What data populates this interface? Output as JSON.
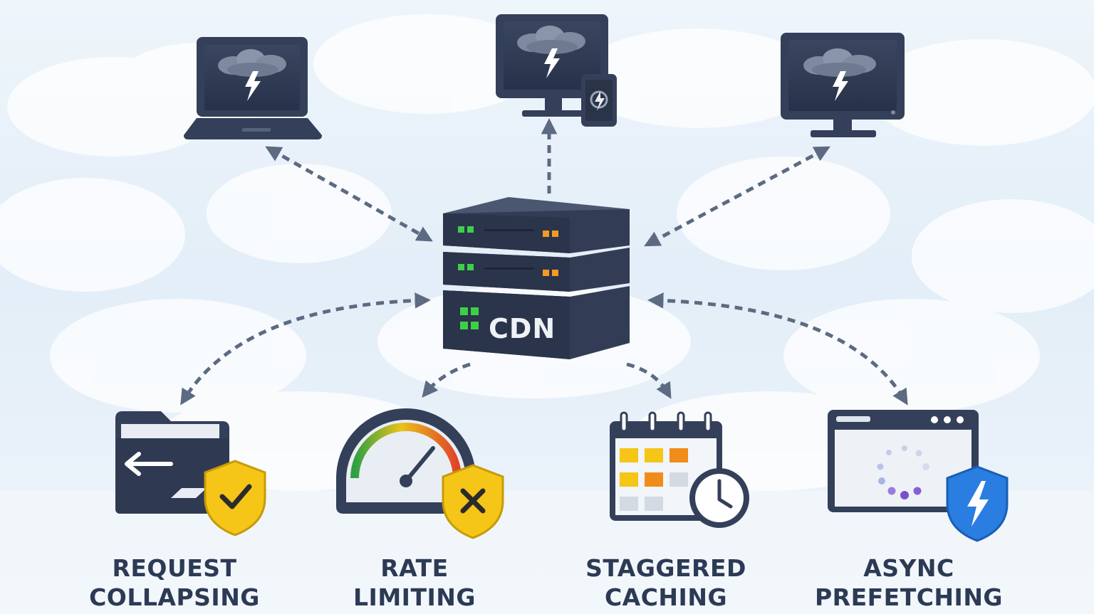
{
  "server": {
    "label": "CDN"
  },
  "strategies": [
    {
      "line1": "REQUEST",
      "line2": "COLLAPSING"
    },
    {
      "line1": "RATE",
      "line2": "LIMITING"
    },
    {
      "line1": "STAGGERED",
      "line2": "CACHING"
    },
    {
      "line1": "ASYNC",
      "line2": "PREFETCHING"
    }
  ],
  "colors": {
    "navy": "#2c3a55",
    "device": "#34405a",
    "arrow": "#5c6a82",
    "shield": "#f5c518",
    "shield_blue": "#2a7de1",
    "led_green": "#3ecf4a",
    "led_orange": "#f59a23"
  }
}
